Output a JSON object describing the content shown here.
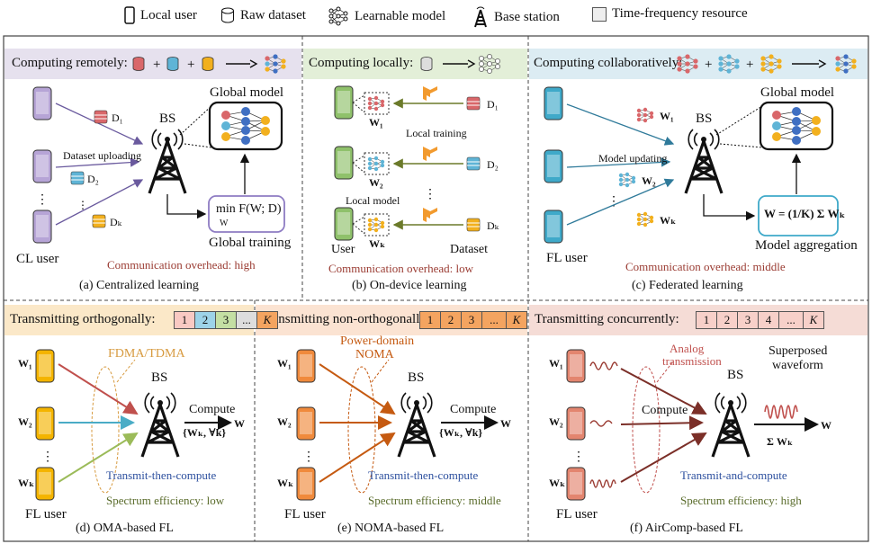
{
  "legend": {
    "local_user": "Local user",
    "raw_dataset": "Raw dataset",
    "learnable_model": "Learnable model",
    "base_station": "Base station",
    "tf_resource": "Time-frequency resource"
  },
  "panel_a": {
    "band_label": "Computing remotely:",
    "global_model": "Global model",
    "bs": "BS",
    "dataset_uploading": "Dataset uploading",
    "d1": "D₁",
    "d2": "D₂",
    "dk": "Dₖ",
    "objective": "min F(W; D)",
    "objective_sub": "W",
    "global_training": "Global training",
    "user": "CL user",
    "overhead": "Communication overhead: high",
    "caption": "(a) Centralized learning"
  },
  "panel_b": {
    "band_label": "Computing locally:",
    "w1": "W₁",
    "w2": "W₂",
    "wk": "Wₖ",
    "d1": "D₁",
    "d2": "D₂",
    "dk": "Dₖ",
    "local_training": "Local training",
    "local_model": "Local model",
    "user": "User",
    "dataset": "Dataset",
    "overhead": "Communication overhead: low",
    "caption": "(b) On-device learning"
  },
  "panel_c": {
    "band_label": "Computing collaboratively:",
    "global_model": "Global model",
    "bs": "BS",
    "model_updating": "Model updating",
    "w1": "W₁",
    "w2": "W₂",
    "wk": "Wₖ",
    "aggregation_formula": "W = (1/K) Σ Wₖ",
    "model_aggregation": "Model aggregation",
    "user": "FL user",
    "overhead": "Communication overhead: middle",
    "caption": "(c) Federated learning"
  },
  "panel_d": {
    "band_label": "Transmitting orthogonally:",
    "cells": [
      "1",
      "2",
      "3",
      "...",
      "K"
    ],
    "scheme": "FDMA/TDMA",
    "bs": "BS",
    "compute": "Compute",
    "set": "{Wₖ, ∀k}",
    "w_out": "W",
    "w1": "W₁",
    "w2": "W₂",
    "wk": "Wₖ",
    "mode": "Transmit-then-compute",
    "efficiency": "Spectrum efficiency: low",
    "user": "FL user",
    "caption": "(d) OMA-based FL"
  },
  "panel_e": {
    "band_label": "Transmitting non-orthogonally:",
    "cells": [
      "1",
      "2",
      "3",
      "...",
      "K"
    ],
    "scheme_line1": "Power-domain",
    "scheme_line2": "NOMA",
    "bs": "BS",
    "compute": "Compute",
    "set": "{Wₖ, ∀k}",
    "w_out": "W",
    "w1": "W₁",
    "w2": "W₂",
    "wk": "Wₖ",
    "mode": "Transmit-then-compute",
    "efficiency": "Spectrum efficiency: middle",
    "user": "FL user",
    "caption": "(e) NOMA-based FL"
  },
  "panel_f": {
    "band_label": "Transmitting concurrently:",
    "cells": [
      "1",
      "2",
      "3",
      "4",
      "...",
      "K"
    ],
    "scheme_line1": "Analog",
    "scheme_line2": "transmission",
    "bs": "BS",
    "compute": "Compute",
    "superposed_line1": "Superposed",
    "superposed_line2": "waveform",
    "sum": "Σ Wₖ",
    "w_out": "W",
    "w1": "W₁",
    "w2": "W₂",
    "wk": "Wₖ",
    "mode": "Transmit-and-compute",
    "efficiency": "Spectrum efficiency: high",
    "user": "FL user",
    "caption": "(f) AirComp-based FL"
  },
  "colors": {
    "band_a": "#e6e1ee",
    "band_b": "#e3efd8",
    "band_c": "#dcecf3",
    "band_d": "#fbe8c8",
    "band_e": "#fbe3d2",
    "band_f": "#f5dcd6",
    "phone_purple": "#b6a4d6",
    "phone_green": "#8fc16b",
    "phone_blue": "#3fa9c9",
    "phone_yellow": "#f4b400",
    "phone_orange": "#f08a3c",
    "phone_red": "#e3856f",
    "data_red": "#d9676a",
    "data_blue": "#5fb4d6",
    "data_yellow": "#f2b01e",
    "arrow_red": "#c0504d",
    "arrow_blue": "#4aacc6",
    "arrow_green": "#9bbb59",
    "arrow_orange": "#c55a11",
    "arrow_darkred": "#7b2f28",
    "cell_blue": "#9dd3e8",
    "cell_green": "#c4dfa3",
    "cell_orange": "#f4a460"
  }
}
